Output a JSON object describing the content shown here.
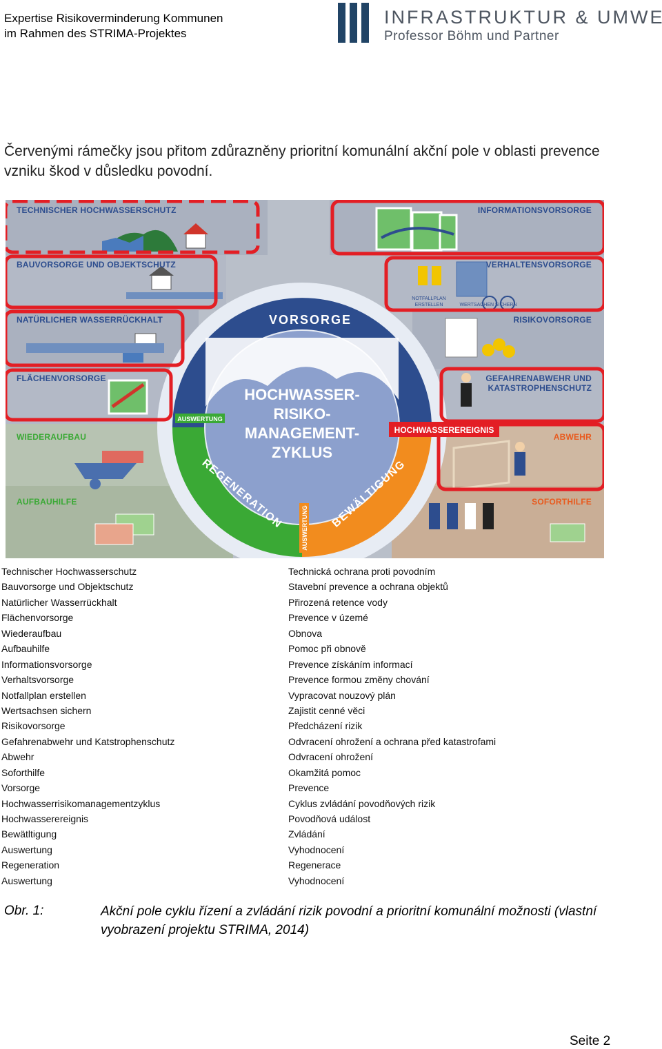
{
  "header": {
    "title_line1": "Expertise Risikoverminderung Kommunen",
    "title_line2": "im Rahmen des STRIMA-Projektes",
    "logo_line1": "INFRASTRUKTUR & UMWELT",
    "logo_line2": "Professor Böhm und Partner"
  },
  "intro_text": "Červenými rámečky jsou přitom zdůrazněny prioritní komunální akční pole v oblasti prevence vzniku škod v důsledku povodní.",
  "figure": {
    "left_bands": [
      "TECHNISCHER HOCHWASSERSCHUTZ",
      "BAUVORSORGE UND OBJEKTSCHUTZ",
      "NATÜRLICHER WASSERRÜCKHALT",
      "FLÄCHENVORSORGE",
      "WIEDERAUFBAU",
      "AUFBAUHILFE"
    ],
    "right_bands": [
      "INFORMATIONSVORSORGE",
      "VERHALTENSVORSORGE",
      "RISIKOVORSORGE",
      "GEFAHRENABWEHR UND",
      "KATASTROPHENSCHUTZ",
      "ABWEHR",
      "SOFORTHILFE"
    ],
    "small_labels": [
      "NOTFALLPLAN",
      "ERSTELLEN",
      "WERTSACHEN SICHERN",
      "AUSWERTUNG",
      "AUSWERTUNG"
    ],
    "cycle": {
      "vorsorge": "VORSORGE",
      "center": [
        "HOCHWASSER-",
        "RISIKO-",
        "MANAGEMENT-",
        "ZYKLUS"
      ],
      "ereignis": "HOCHWASSEREREIGNIS",
      "regeneration": "REGENERATION",
      "bewaeltigung": "BEWÄLTIGUNG"
    },
    "colors": {
      "highlight": "#e31e24",
      "blue_arc": "#2d4d8e",
      "green_arc": "#3aa935",
      "orange_arc": "#f28c1e"
    }
  },
  "terms_de": [
    "Technischer Hochwasserschutz",
    "Bauvorsorge und Objektschutz",
    "Natürlicher Wasserrückhalt",
    "Flächenvorsorge",
    "Wiederaufbau",
    "Aufbauhilfe",
    "Informationsvorsorge",
    "Verhaltsvorsorge",
    "Notfallplan erstellen",
    "Wertsachsen sichern",
    "Risikovorsorge",
    "Gefahrenabwehr und Katstrophenschutz",
    "Abwehr",
    "Soforthilfe",
    "Vorsorge",
    "Hochwasserrisikomanagementzyklus",
    "Hochwasserereignis",
    "Bewätltigung",
    "Auswertung",
    "Regeneration",
    "Auswertung"
  ],
  "terms_cz": [
    "Technická ochrana proti povodním",
    "Stavební prevence a ochrana objektů",
    "Přirozená retence vody",
    "Prevence v územé",
    "Obnova",
    "Pomoc při obnově",
    "Prevence získáním informací",
    "Prevence formou změny chování",
    "Vypracovat nouzový plán",
    "Zajistit cenné věci",
    "Předcházení rizik",
    "Odvracení ohrožení a ochrana před katastrofami",
    "Odvracení ohrožení",
    "Okamžitá pomoc",
    "Prevence",
    "Cyklus zvládání povodňových rizik",
    "Povodňová událost",
    "Zvládání",
    "Vyhodnocení",
    "Regenerace",
    "Vyhodnocení"
  ],
  "caption": {
    "label": "Obr. 1:",
    "text": "Akční pole cyklu řízení a zvládání rizik povodní a prioritní komunální možnosti (vlastní vyobrazení projektu STRIMA, 2014)"
  },
  "page_label": "Seite 2"
}
